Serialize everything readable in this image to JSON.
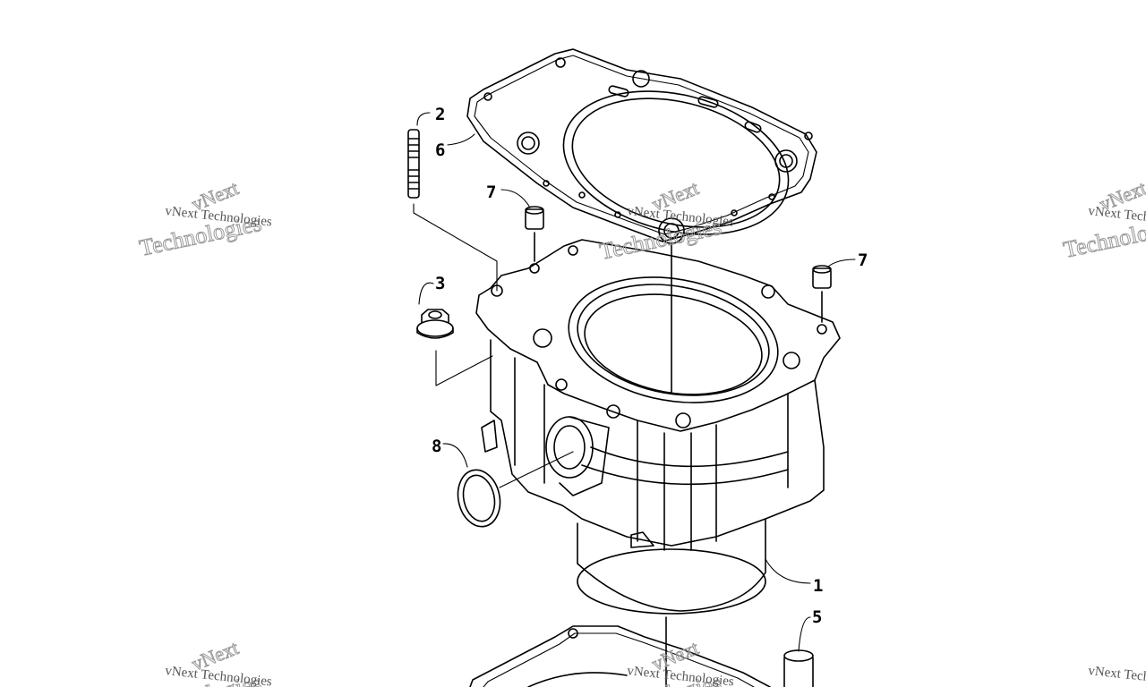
{
  "watermark": {
    "line1": "vNext",
    "line2": "Technologies",
    "caption": "vNext Technologies",
    "color": "#9a9a9a"
  },
  "callouts": {
    "c1": "1",
    "c2": "2",
    "c3": "3",
    "c5": "5",
    "c6": "6",
    "c7a": "7",
    "c7b": "7",
    "c8": "8"
  },
  "colors": {
    "line": "#000000",
    "background": "#ffffff"
  }
}
